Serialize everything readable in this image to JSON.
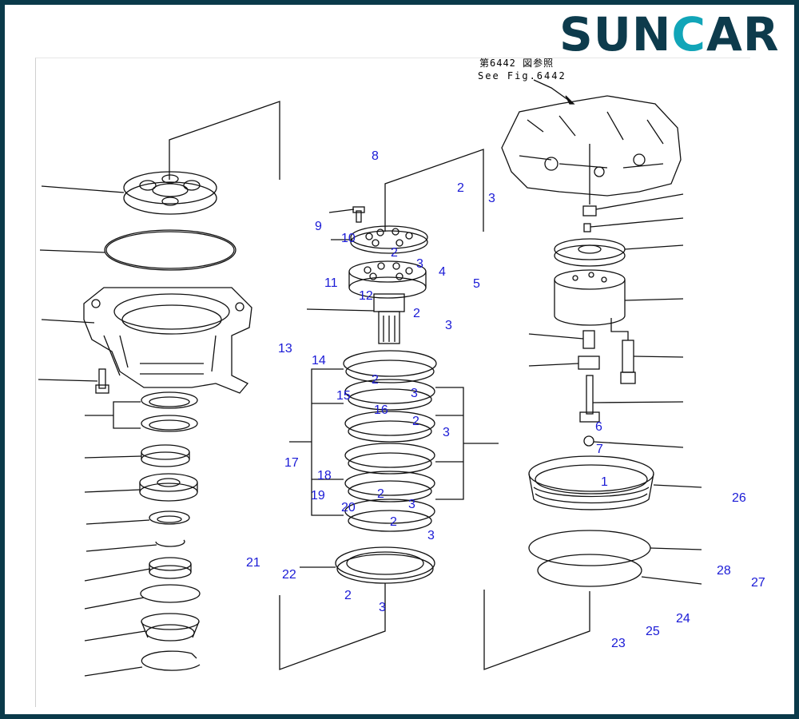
{
  "logo": {
    "text_a": "SUN",
    "text_c": "C",
    "text_b": "AR"
  },
  "reference": {
    "japanese": "第6442 図参照",
    "english": "See Fig.6442"
  },
  "callouts": [
    {
      "id": "c8",
      "label": "8"
    },
    {
      "id": "c2a",
      "label": "2"
    },
    {
      "id": "c3a",
      "label": "3"
    },
    {
      "id": "c9",
      "label": "9"
    },
    {
      "id": "c10",
      "label": "10"
    },
    {
      "id": "c2b",
      "label": "2"
    },
    {
      "id": "c3b",
      "label": "3"
    },
    {
      "id": "c4",
      "label": "4"
    },
    {
      "id": "c5",
      "label": "5"
    },
    {
      "id": "c11",
      "label": "11"
    },
    {
      "id": "c12",
      "label": "12"
    },
    {
      "id": "c2c",
      "label": "2"
    },
    {
      "id": "c3c",
      "label": "3"
    },
    {
      "id": "c13",
      "label": "13"
    },
    {
      "id": "c14",
      "label": "14"
    },
    {
      "id": "c2d",
      "label": "2"
    },
    {
      "id": "c3d",
      "label": "3"
    },
    {
      "id": "c15",
      "label": "15"
    },
    {
      "id": "c16",
      "label": "16"
    },
    {
      "id": "c2e",
      "label": "2"
    },
    {
      "id": "c3e",
      "label": "3"
    },
    {
      "id": "c6",
      "label": "6"
    },
    {
      "id": "c7",
      "label": "7"
    },
    {
      "id": "c17",
      "label": "17"
    },
    {
      "id": "c18",
      "label": "18"
    },
    {
      "id": "c1",
      "label": "1"
    },
    {
      "id": "c26",
      "label": "26"
    },
    {
      "id": "c19",
      "label": "19"
    },
    {
      "id": "c2f",
      "label": "2"
    },
    {
      "id": "c3f",
      "label": "3"
    },
    {
      "id": "c20",
      "label": "20"
    },
    {
      "id": "c2g",
      "label": "2"
    },
    {
      "id": "c3g",
      "label": "3"
    },
    {
      "id": "c21",
      "label": "21"
    },
    {
      "id": "c22",
      "label": "22"
    },
    {
      "id": "c28",
      "label": "28"
    },
    {
      "id": "c27",
      "label": "27"
    },
    {
      "id": "c2h",
      "label": "2"
    },
    {
      "id": "c3h",
      "label": "3"
    },
    {
      "id": "c24",
      "label": "24"
    },
    {
      "id": "c25",
      "label": "25"
    },
    {
      "id": "c23",
      "label": "23"
    }
  ],
  "colors": {
    "frame": "#0a3a4a",
    "logo_dark": "#0d3b4c",
    "logo_accent": "#11a5b8",
    "callout": "#1a1ad6"
  }
}
